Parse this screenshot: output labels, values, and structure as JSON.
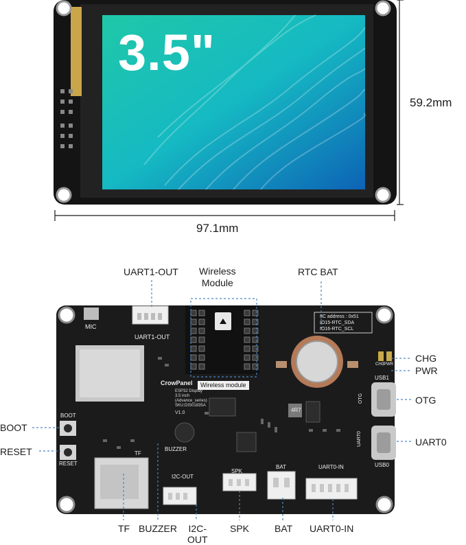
{
  "top_view": {
    "screen_text": "3.5\"",
    "height_dim": "59.2mm",
    "width_dim": "97.1mm"
  },
  "bottom_view": {
    "callouts": {
      "uart1_out": "UART1-OUT",
      "wireless_module": "Wireless\nModule",
      "rtc_bat": "RTC BAT",
      "chg": "CHG",
      "pwr": "PWR",
      "otg": "OTG",
      "uart0": "UART0",
      "boot": "BOOT",
      "reset": "RESET",
      "tf": "TF",
      "buzzer": "BUZZER",
      "i2c_out": "I2C-\nOUT",
      "spk": "SPK",
      "bat": "BAT",
      "uart0_in": "UART0-IN"
    },
    "silkscreen": {
      "mic": "MIC",
      "uart1_out": "UART1-OUT",
      "wireless_module": "Wireless module",
      "iic_address": "IIC address : 0x51",
      "io15": "IO15-RTC_SDA",
      "io16": "IO16-RTC_SCL",
      "brand": "CrowPanel",
      "product_lines": [
        "ESP32 Display",
        "3.5 inch",
        "(Advance_series)",
        "SKU:DIS01835A"
      ],
      "version": "V1.0",
      "boot": "BOOT",
      "reset": "RESET",
      "tf": "TF",
      "buzzer": "BUZZER",
      "i2c_out": "I2C-OUT",
      "spk": "SPK",
      "bat": "BAT",
      "uart0_in": "UART0-IN",
      "usb1": "USB1",
      "usb0": "USB0",
      "otg": "OTG",
      "uart0": "UART0",
      "chg": "CHG",
      "pwr": "PWR",
      "inductor": "4R7"
    },
    "colors": {
      "pcb": "#1b1b1b",
      "callout_line": "#4a86c5",
      "connector": "#efefef"
    }
  }
}
